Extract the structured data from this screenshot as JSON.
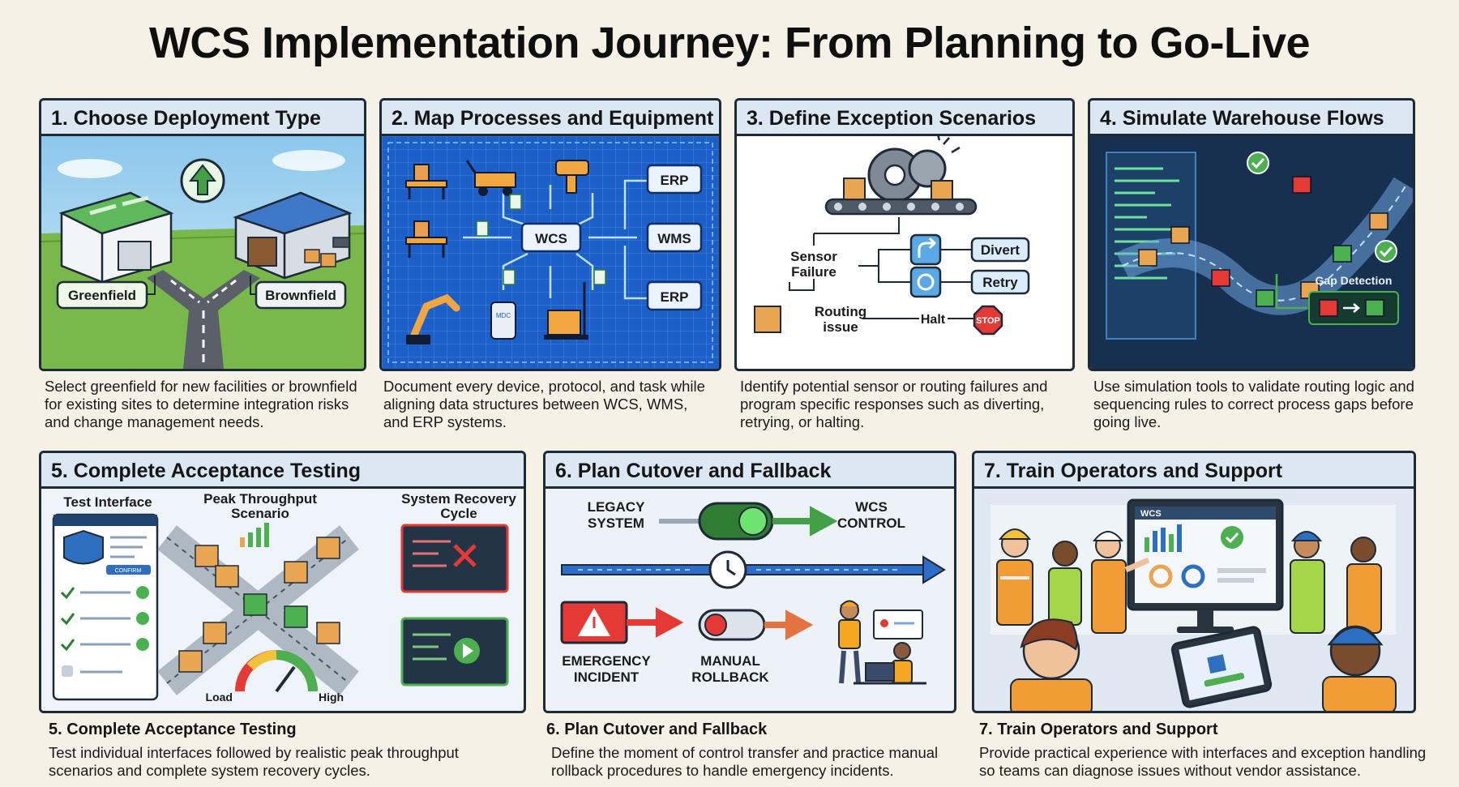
{
  "title": "WCS Implementation Journey: From Planning to Go-Live",
  "steps": [
    {
      "heading": "1. Choose Deployment Type",
      "description": "Select greenfield for new facilities or brownfield for existing sites to determine integration risks and change management needs.",
      "labels": {
        "greenfield": "Greenfield",
        "brownfield": "Brownfield"
      }
    },
    {
      "heading": "2. Map Processes and Equipment",
      "description": "Document every device, protocol, and task while aligning data structures between WCS, WMS, and ERP systems.",
      "labels": {
        "wcs": "WCS",
        "erp_top": "ERP",
        "wms": "WMS",
        "erp_bottom": "ERP",
        "scanner": "MDC"
      }
    },
    {
      "heading": "3. Define Exception Scenarios",
      "description": "Identify potential sensor or routing failures and program specific responses such as diverting, retrying, or halting.",
      "labels": {
        "sensor_1": "Sensor",
        "sensor_2": "Failure",
        "routing_1": "Routing",
        "routing_2": "issue",
        "divert": "Divert",
        "retry": "Retry",
        "halt": "Halt",
        "stop": "STOP"
      }
    },
    {
      "heading": "4. Simulate Warehouse Flows",
      "description": "Use simulation tools to validate routing logic and sequencing rules to correct process gaps before going live.",
      "labels": {
        "gap_detection": "Gap Detection"
      }
    },
    {
      "heading": "5. Complete Acceptance Testing",
      "caption": "5. Complete Acceptance Testing",
      "description": "Test individual interfaces followed by realistic peak throughput scenarios and complete system recovery cycles.",
      "labels": {
        "test_interface": "Test Interface",
        "peak_1": "Peak Throughput",
        "peak_2": "Scenario",
        "recovery_1": "System Recovery",
        "recovery_2": "Cycle",
        "load": "Load",
        "high": "High",
        "confirm": "CONFIRM"
      }
    },
    {
      "heading": "6. Plan Cutover and Fallback",
      "caption": "6. Plan Cutover and Fallback",
      "description": "Define the moment of control transfer and practice manual rollback procedures to handle emergency incidents.",
      "labels": {
        "legacy_1": "LEGACY",
        "legacy_2": "SYSTEM",
        "wcs_1": "WCS",
        "wcs_2": "CONTROL",
        "emergency_1": "EMERGENCY",
        "emergency_2": "INCIDENT",
        "manual_1": "MANUAL",
        "manual_2": "ROLLBACK"
      }
    },
    {
      "heading": "7. Train Operators and Support",
      "caption": "7. Train Operators and Support",
      "description": "Provide practical experience with interfaces and exception handling so teams can diagnose issues without vendor assistance.",
      "labels": {
        "screen": "WCS"
      }
    }
  ]
}
